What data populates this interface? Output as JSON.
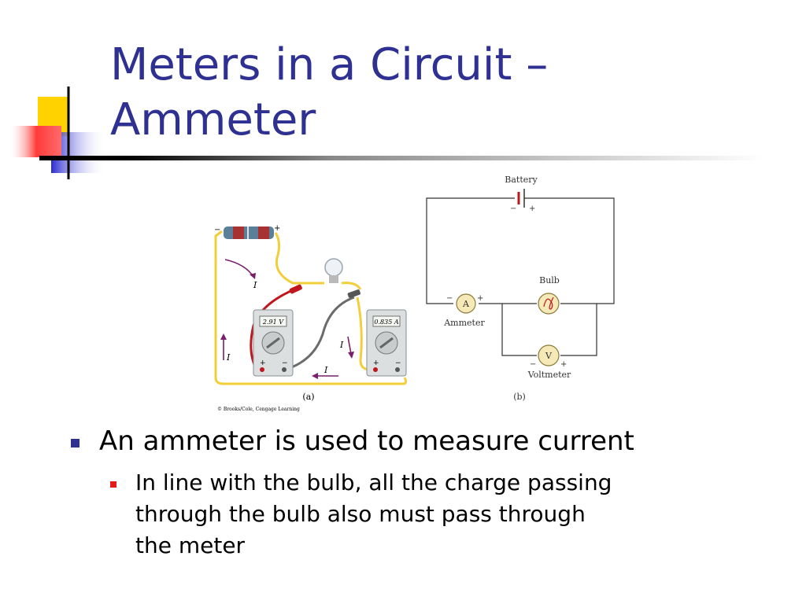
{
  "slide": {
    "title_line1": "Meters in a Circuit –",
    "title_line2": "Ammeter"
  },
  "bullets": {
    "main": "An ammeter is used to measure current",
    "sub_line1": "In line with the bulb, all the charge passing",
    "sub_line2": "through the bulb also must pass through",
    "sub_line3": "the meter"
  },
  "figure_a": {
    "meter_left_reading": "2.91 V",
    "meter_right_reading": "0.835 A",
    "current_label": "I",
    "minus_sign": "−",
    "plus_sign": "+",
    "caption": "(a)",
    "credit": "© Brooks/Cole, Cengage Learning"
  },
  "figure_b": {
    "battery_label": "Battery",
    "bulb_label": "Bulb",
    "ammeter_label": "Ammeter",
    "ammeter_symbol": "A",
    "voltmeter_label": "Voltmeter",
    "voltmeter_symbol": "V",
    "minus_sign": "−",
    "plus_sign": "+",
    "caption": "(b)"
  },
  "colors": {
    "title": "#2e3192",
    "bullet_main": "#2e3192",
    "bullet_sub": "#e31a1a",
    "deco_yellow": "#ffd200",
    "deco_blue": "#2b2bd0",
    "deco_red": "#ff3a3a"
  }
}
